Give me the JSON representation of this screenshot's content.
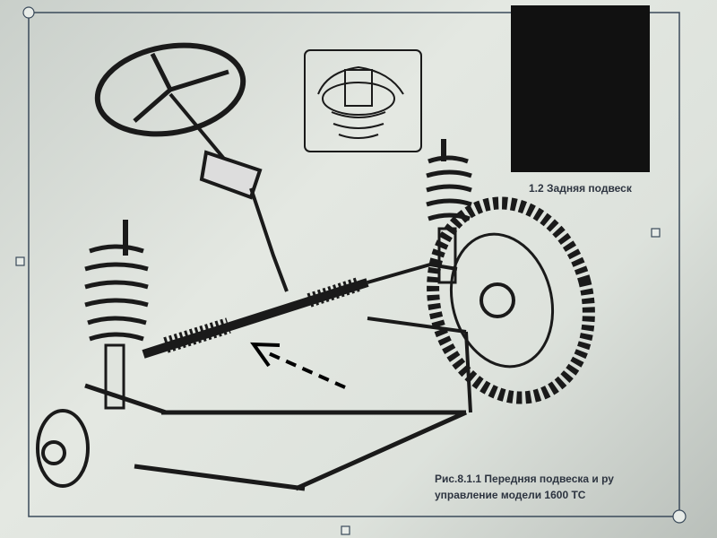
{
  "figure": {
    "caption_line1": "Рис.8.1.1 Передняя подвеска и ру",
    "caption_line2": "управление модели 1600 ТС",
    "rear_caption": "1.2 Задняя подвеск"
  },
  "colors": {
    "ink": "#1a1a1a",
    "frame": "#3a4a5a",
    "dark_block": "#111111"
  }
}
